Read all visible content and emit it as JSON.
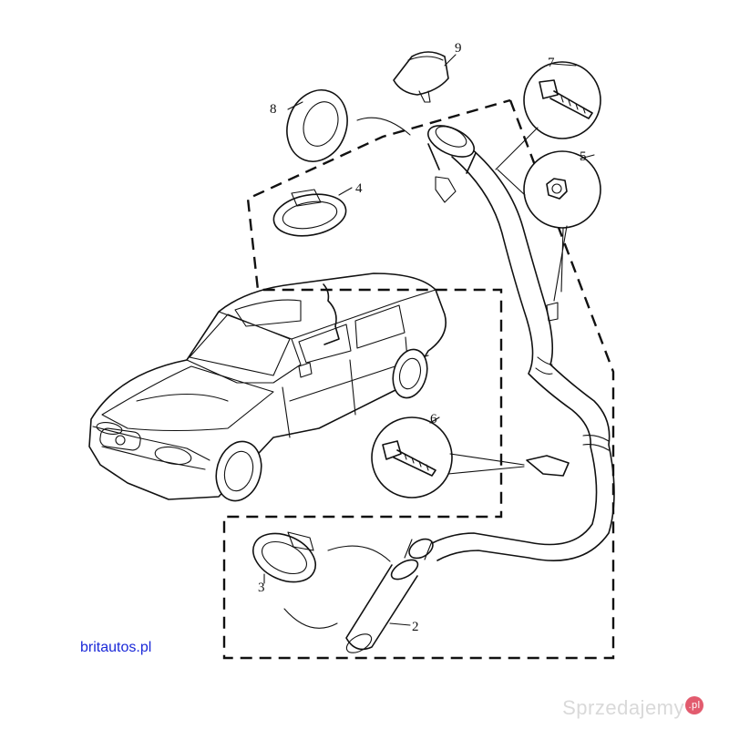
{
  "diagram": {
    "callouts": [
      {
        "id": "c9",
        "text": "9"
      },
      {
        "id": "c8",
        "text": "8"
      },
      {
        "id": "c7",
        "text": "7"
      },
      {
        "id": "c5",
        "text": "5"
      },
      {
        "id": "c4",
        "text": "4"
      },
      {
        "id": "c6",
        "text": "6"
      },
      {
        "id": "c3",
        "text": "3"
      },
      {
        "id": "c2",
        "text": "2"
      }
    ]
  },
  "site_label": "britautos.pl",
  "watermark": {
    "text": "Sprzedajemy",
    "badge": ".pl"
  },
  "colors": {
    "line": "#111111",
    "site_label": "#1a28d8",
    "watermark": "#d9d9d9",
    "badge": "#e25b6e"
  }
}
